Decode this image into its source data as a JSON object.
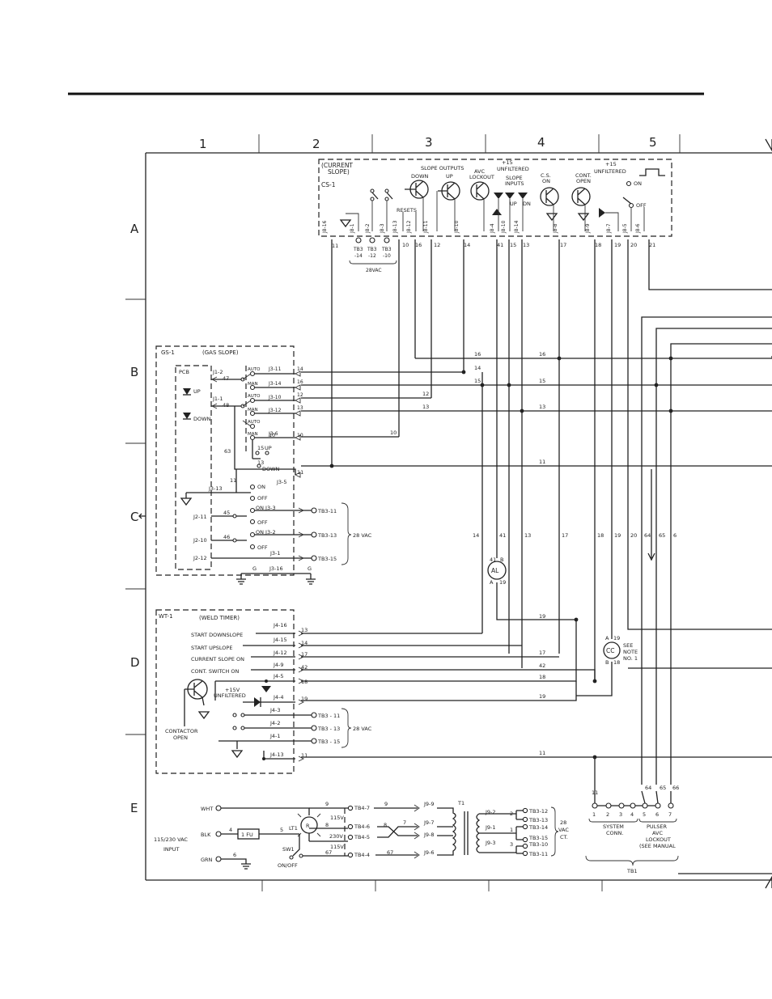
{
  "grid": {
    "columns": [
      "1",
      "2",
      "3",
      "4",
      "5"
    ],
    "rows": [
      "A",
      "B",
      "C",
      "D",
      "E"
    ]
  },
  "cs1": {
    "title_l1": "(CURRENT",
    "title_l2": "SLOPE)",
    "id": "CS-1",
    "slope_outputs": "SLOPE OUTPUTS",
    "down": "DOWN",
    "up": "UP",
    "avc_l1": "AVC",
    "avc_l2": "LOCKOUT",
    "resets": "RESETS",
    "p15_l1": "+15",
    "p15_l2": "UNFILTERED",
    "slope_inputs_l1": "SLOPE",
    "slope_inputs_l2": "INPUTS",
    "in_up": "UP",
    "in_dn": "DN",
    "cs_on_l1": "C.S.",
    "cs_on_l2": "ON",
    "cont_open_l1": "CONT.",
    "cont_open_l2": "OPEN",
    "p15b_l1": "+15",
    "p15b_l2": "UNFILTERED",
    "sw_on": "ON",
    "sw_off": "OFF",
    "pins": [
      "J8-16",
      "J8-1",
      "J8-2",
      "J8-3",
      "J8-13",
      "J8-12",
      "J8-11",
      "J8-10",
      "J8-4",
      "J8-10",
      "J8-14",
      "J8-8",
      "J8-9",
      "J8-7",
      "J8-5",
      "J8-6"
    ],
    "tb": [
      "TB3",
      "TB3",
      "TB3"
    ],
    "tb_n": [
      "-14",
      "-12",
      "-10"
    ],
    "vac": "28VAC",
    "wire_nums": [
      "11",
      "10",
      "16",
      "12",
      "14",
      "41",
      "15",
      "13",
      "17",
      "18",
      "19",
      "20",
      "21"
    ]
  },
  "gs1": {
    "title": "GS-1",
    "subtitle": "(GAS SLOPE)",
    "pcb": "PCB",
    "pcb_up": "UP",
    "pcb_down": "DOWN",
    "auto": "AUTO",
    "man": "MAN",
    "j1_2": "J1-2",
    "j1_1": "J1-1",
    "w47": "47",
    "w48": "48",
    "w63": "63",
    "rows": [
      {
        "pin": "J3-11",
        "num": "14"
      },
      {
        "pin": "J3-14",
        "num": "16"
      },
      {
        "pin": "J3-10",
        "num": "12"
      },
      {
        "pin": "J3-12",
        "num": "13"
      },
      {
        "pin": "J3-6",
        "num": "10"
      }
    ],
    "j3_13": "J3-13",
    "up10": "10",
    "up15": "15",
    "up_lbl": "UP",
    "down13": "13",
    "down_lbl": "DOWN",
    "j3_5": "J3-5",
    "w11": "11",
    "on": "ON",
    "off": "OFF",
    "j2_11": "J2-11",
    "w45": "45",
    "on_j3_3": "ON J3-3",
    "j2_10": "J2-10",
    "w46": "46",
    "on_j3_2": "ON J3-2",
    "j2_12": "J2-12",
    "j3_1": "J3-1",
    "g": "G",
    "j3_16": "J3-16",
    "tb3_11": "TB3-11",
    "tb3_13": "TB3-13",
    "tb3_15": "TB3-15",
    "vac": "28 VAC"
  },
  "bus": {
    "nums_b": [
      "16",
      "15",
      "13",
      "16",
      "14",
      "15",
      "12",
      "13",
      "10",
      "11"
    ],
    "nums_c": [
      "14",
      "41",
      "13",
      "17",
      "18",
      "19",
      "20",
      "64",
      "65",
      "6"
    ],
    "nums_d": [
      "19",
      "17",
      "42",
      "18",
      "19",
      "11"
    ]
  },
  "al": {
    "label": "AL",
    "a": "A",
    "b": "B",
    "n41": "41",
    "n19": "19"
  },
  "cc": {
    "label": "CC",
    "a": "A",
    "b": "B",
    "n19": "19",
    "n18": "18",
    "see_l1": "SEE",
    "see_l2": "NOTE",
    "see_l3": "NO. 1"
  },
  "wt1": {
    "title": "WT-1",
    "subtitle": "(WELD TIMER)",
    "rows": [
      {
        "label": "START  DOWNSLOPE",
        "pin": "J4-16",
        "num": "13"
      },
      {
        "label": "START  UPSLOPE",
        "pin": "J4-15",
        "num": "14"
      },
      {
        "label": "CURRENT   SLOPE ON",
        "pin": "J4-12",
        "num": "17"
      },
      {
        "label": "CONT. SWITCH ON",
        "pin": "J4-9",
        "num": "42"
      }
    ],
    "j4_5": "J4-5",
    "j4_5_num": "18",
    "p15_l1": "+15V",
    "p15_l2": "UNFILTERED",
    "j4_4": "J4-4",
    "j4_4_num": "19",
    "j4_3": "J4-3",
    "j4_2": "J4-2",
    "j4_1": "J4-1",
    "j4_13": "J4-13",
    "j4_13_num": "11",
    "tb3_11": "TB3 - 11",
    "tb3_13": "TB3 - 13",
    "tb3_15": "TB3 - 15",
    "vac": "28 VAC",
    "cont_l1": "CONTACTOR",
    "cont_l2": "OPEN"
  },
  "power": {
    "wht": "WHT",
    "blk": "BLK",
    "grn": "GRN",
    "input_l1": "115/230 VAC",
    "input_l2": "INPUT",
    "fuse": "1 FU",
    "w4": "4",
    "w5": "5",
    "w6": "6",
    "w9a": "9",
    "w9b": "9",
    "w8": "8",
    "w7": "7",
    "w67a": "67",
    "w67b": "67",
    "lt1": "LT1",
    "r": "R",
    "sw1": "SW1",
    "sw1_l2": "ON/OFF",
    "v115a": "115V",
    "v230": "230V",
    "v115b": "115V",
    "tb4_7": "TB4-7",
    "tb4_6": "TB4-6",
    "tb4_5": "TB4-5",
    "tb4_4": "TB4-4",
    "j9_9": "J9-9",
    "j9_7": "J9-7",
    "j9_8": "J9-8",
    "j9_6": "J9-6",
    "t1": "T1",
    "j9_2": "J9-2",
    "j9_1": "J9-1",
    "j9_3": "J9-3",
    "n2": "2",
    "n1": "1",
    "n3": "3",
    "tb3_12": "TB3-12",
    "tb3_13": "TB3-13",
    "tb3_14": "TB3-14",
    "tb3_15": "TB3-15",
    "tb3_10": "TB3-10",
    "tb3_11": "TB3-11",
    "ct_l1": "28",
    "ct_l2": "VAC",
    "ct_l3": "CT."
  },
  "tb1": {
    "label": "TB1",
    "nums": [
      "1",
      "2",
      "3",
      "4",
      "5",
      "6",
      "7"
    ],
    "w11": "11",
    "w64": "64",
    "w65": "65",
    "w66": "66",
    "sys_l1": "SYSTEM",
    "sys_l2": "CONN.",
    "pulser_l1": "PULSER",
    "pulser_l2": "AVC",
    "pulser_l3": "LOCKOUT",
    "pulser_l4": "(SEE MANUAL"
  },
  "colors": {
    "ink": "#222222",
    "paper": "#ffffff"
  }
}
